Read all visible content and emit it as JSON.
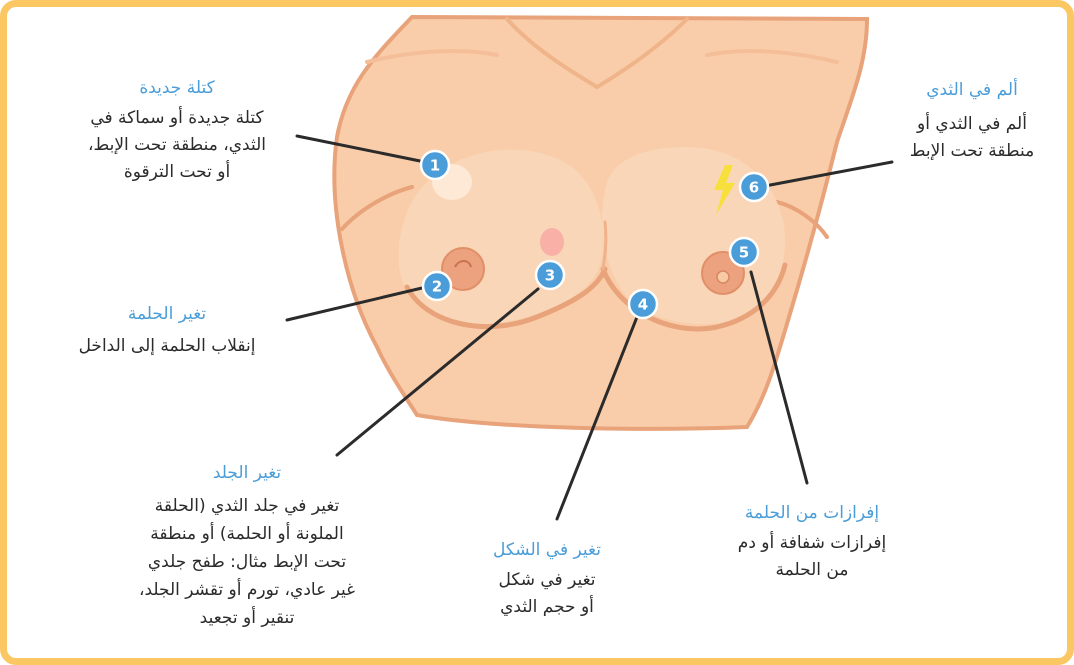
{
  "labels": [
    {
      "id": "1",
      "title": "كتلة جديدة",
      "body": "كتلة جديدة أو سماكة في\nالثدي، منطقة تحت الإبط،\nأو تحت الترقوة"
    },
    {
      "id": "2",
      "title": "تغير الحلمة",
      "body": "إنقلاب الحلمة إلى الداخل"
    },
    {
      "id": "3",
      "title": "تغير الجلد",
      "body": "تغير في جلد الثدي (الحلقة\nالملونة أو الحلمة) أو منطقة\nتحت الإبط مثال: طفح جلدي\nغير عادي، تورم أو تقشر الجلد،\nتنقير أو تجعيد"
    },
    {
      "id": "4",
      "title": "تغير في الشكل",
      "body": "تغير في شكل\nأو حجم الثدي"
    },
    {
      "id": "5",
      "title": "إفرازات من الحلمة",
      "body": "إفرازات شفافة أو دم\nمن الحلمة"
    },
    {
      "id": "6",
      "title": "ألم في الثدي",
      "body": "ألم في الثدي أو\nمنطقة تحت الإبط"
    }
  ],
  "colors": {
    "frame": "#fbc763",
    "skin": "#f9cda9",
    "skin_shadow": "#f0b48a",
    "outline": "#e5a277",
    "areola": "#eca27f",
    "marker": "#4a9dd8",
    "title": "#4a9dd8",
    "lightning": "#f7e03c"
  },
  "icons": {
    "pain": "lightning-icon"
  }
}
